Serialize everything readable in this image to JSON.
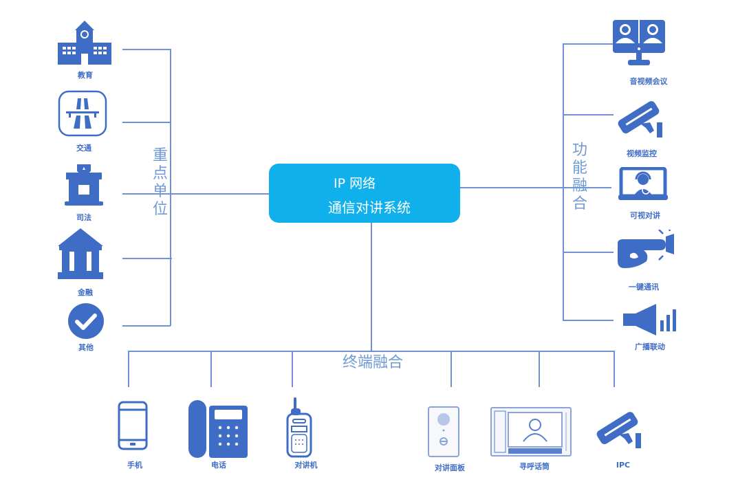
{
  "hub": {
    "line1": "IP 网络",
    "line2": "通信对讲系统",
    "color": "#10b0ec"
  },
  "groups": {
    "left_title": [
      "重",
      "点",
      "单",
      "位"
    ],
    "right_title": [
      "功",
      "能",
      "融",
      "合"
    ],
    "bottom_title": "终端融合"
  },
  "left_items": [
    {
      "label": "教育",
      "icon": "school-icon"
    },
    {
      "label": "交通",
      "icon": "highway-icon"
    },
    {
      "label": "司法",
      "icon": "court-icon"
    },
    {
      "label": "金融",
      "icon": "bank-icon"
    },
    {
      "label": "其他",
      "icon": "check-circle-icon"
    }
  ],
  "right_items": [
    {
      "label": "音视频会议",
      "icon": "video-conference-icon"
    },
    {
      "label": "视频监控",
      "icon": "cctv-camera-icon"
    },
    {
      "label": "可视对讲",
      "icon": "video-intercom-icon"
    },
    {
      "label": "一键通讯",
      "icon": "one-touch-button-icon"
    },
    {
      "label": "广播联动",
      "icon": "loudspeaker-icon"
    }
  ],
  "bottom_items": [
    {
      "label": "手机",
      "icon": "mobile-phone-icon"
    },
    {
      "label": "电话",
      "icon": "desk-phone-icon"
    },
    {
      "label": "对讲机",
      "icon": "walkie-talkie-icon"
    },
    {
      "label": "对讲面板",
      "icon": "intercom-panel-icon"
    },
    {
      "label": "寻呼话筒",
      "icon": "paging-console-icon"
    },
    {
      "label": "IPC",
      "icon": "ipc-camera-icon"
    }
  ],
  "colors": {
    "icon": "#3f6dc6",
    "line": "#6f8fd6",
    "title": "#6f9ad6"
  }
}
